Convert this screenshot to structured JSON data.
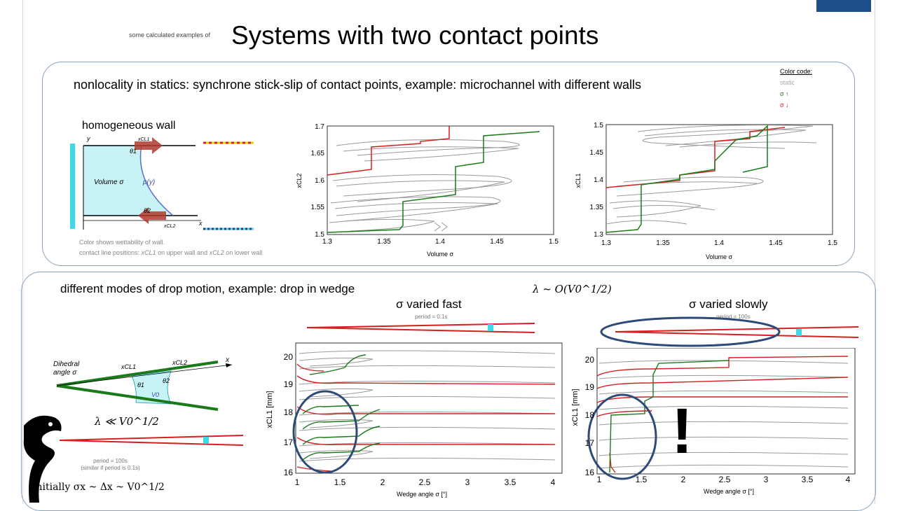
{
  "header": {
    "pre_title": "some calculated examples of",
    "title": "Systems with two contact points"
  },
  "section_statics": {
    "heading": "nonlocality in statics: synchrone stick-slip of contact points, example: microchannel with different walls",
    "color_code": {
      "title": "Color code:",
      "static": "static",
      "up": "σ ↑",
      "down": "σ ↓",
      "colors": {
        "static": "#999999",
        "up": "#1a7a1a",
        "down": "#d42020"
      }
    },
    "schematic": {
      "label": "homogeneous wall",
      "volume_label": "Volume σ",
      "pressure_label": "p(y)",
      "theta1": "θ1",
      "theta2": "θ2",
      "axis_y": "y",
      "axis_x": "x",
      "xcl1": "xCL1",
      "xcl2": "xCL2",
      "caption_1": "Color shows wettability of wall.",
      "caption_2_a": "contact line positions:",
      "caption_2_b": "xCL1",
      "caption_2_c": "on upper wall and",
      "caption_2_d": "xCL2",
      "caption_2_e": "on lower wall"
    },
    "plot_left": {
      "ylabel": "xCL2",
      "xlabel": "Volume σ",
      "xticks": [
        "1.3",
        "1.35",
        "1.4",
        "1.45",
        "1.5"
      ],
      "yticks": [
        "1.5",
        "1.55",
        "1.6",
        "1.65",
        "1.7"
      ]
    },
    "plot_right": {
      "ylabel": "xCL1",
      "xlabel": "Volume σ",
      "xticks": [
        "1.3",
        "1.35",
        "1.4",
        "1.45",
        "1.5"
      ],
      "yticks": [
        "1.3",
        "1.35",
        "1.4",
        "1.45",
        "1.5"
      ]
    }
  },
  "section_dynamics": {
    "heading": "different modes of drop motion, example: drop in wedge",
    "lambda_eq": "λ ~ O(V0^1/2)",
    "lambda_ll": "λ ≪ V0^1/2",
    "initial": "initially σx ~ Δx ~ V0^1/2",
    "wedge": {
      "dihedral_1": "Dihedral",
      "dihedral_2": "angle σ",
      "x": "x",
      "xcl1": "xCL1",
      "xcl2": "xCL2",
      "theta1": "θ1",
      "theta2": "θ2",
      "v0": "V0"
    },
    "left_period": "period = 100s",
    "left_period_note": "(similar if period is 0.1s)",
    "fast": {
      "title": "σ varied fast",
      "period": "period = 0.1s",
      "ylabel": "xCL1 [mm]",
      "xlabel": "Wedge angle σ [°]",
      "xticks": [
        "1",
        "1.5",
        "2",
        "2.5",
        "3",
        "3.5",
        "4"
      ],
      "yticks": [
        "16",
        "17",
        "18",
        "19",
        "20"
      ]
    },
    "slow": {
      "title": "σ varied slowly",
      "period": "period = 100s",
      "ylabel": "xCL1 [mm]",
      "xlabel": "Wedge angle σ [°]",
      "xticks": [
        "1",
        "1.5",
        "2",
        "2.5",
        "3",
        "3.5",
        "4"
      ],
      "yticks": [
        "16",
        "17",
        "18",
        "19",
        "20"
      ],
      "exclamation": "!"
    }
  }
}
